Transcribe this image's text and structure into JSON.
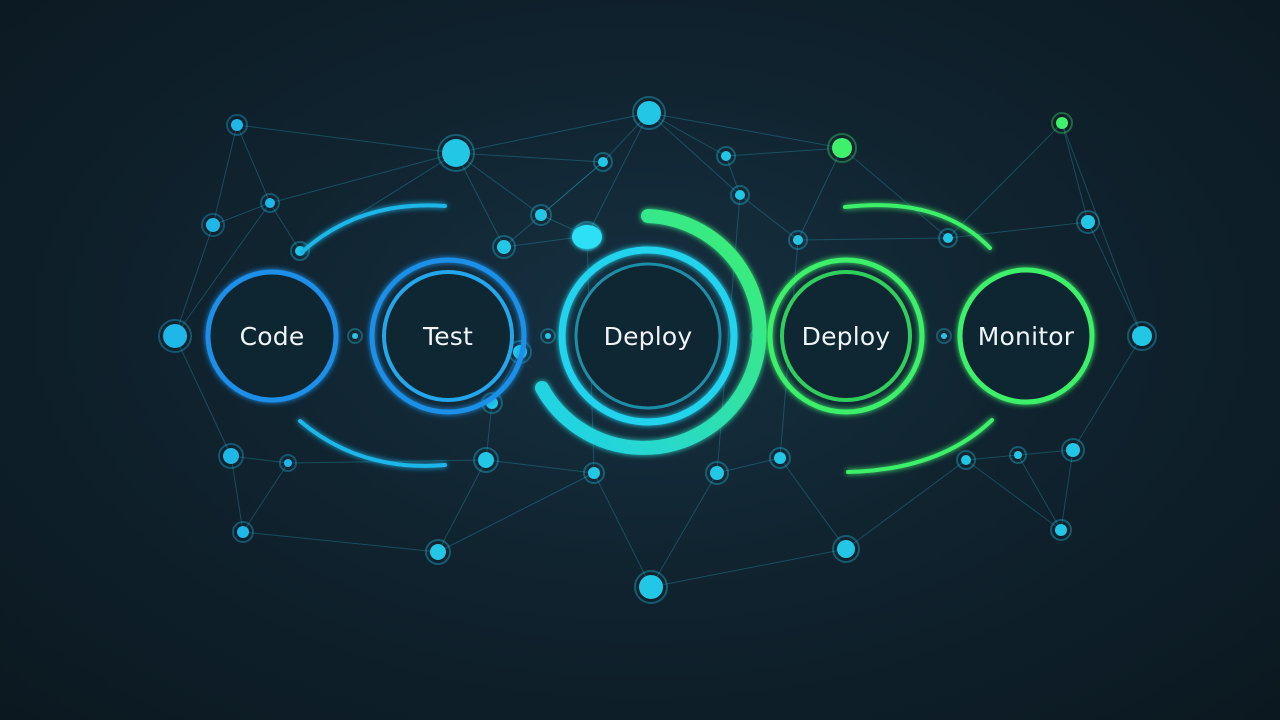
{
  "colors": {
    "background_center": "#163141",
    "background_edge": "#0b1820",
    "cyan": "#22d3ee",
    "blue": "#1d8fe8",
    "green": "#3ef06a",
    "light_cyan": "#a9f0ff",
    "node_fill": "#0f2633",
    "text": "#eef4f8"
  },
  "pipeline": {
    "stages": [
      {
        "label": "Code",
        "color": "blue"
      },
      {
        "label": "Test",
        "color": "blue"
      },
      {
        "label": "Deploy",
        "color": "cyan"
      },
      {
        "label": "Deploy",
        "color": "green"
      },
      {
        "label": "Monitor",
        "color": "green"
      }
    ]
  }
}
